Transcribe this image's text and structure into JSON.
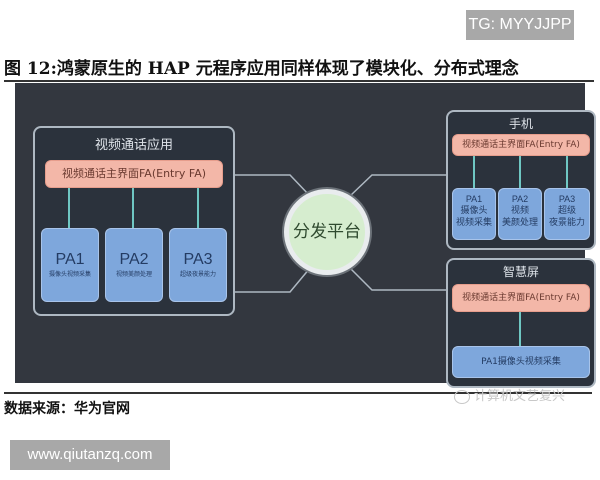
{
  "watermark_top": "TG: MYYJJPP",
  "figure": {
    "title": "图 12:鸿蒙原生的 HAP 元程序应用同样体现了模块化、分布式理念",
    "source": "数据来源：华为官网"
  },
  "diagram": {
    "hub": {
      "label": "分发平台",
      "color": "#d6edcf"
    },
    "left_app": {
      "title": "视频通话应用",
      "entry_fa": "视频通话主界面FA(Entry FA)",
      "pas": [
        {
          "name": "PA1",
          "desc": "摄像头视频采集"
        },
        {
          "name": "PA2",
          "desc": "视频美颜处理"
        },
        {
          "name": "PA3",
          "desc": "超级夜景能力"
        }
      ]
    },
    "phone": {
      "title": "手机",
      "entry_fa": "视频通话主界面FA(Entry FA)",
      "pas": [
        {
          "name": "PA1",
          "desc_line1": "摄像头",
          "desc_line2": "视频采集"
        },
        {
          "name": "PA2",
          "desc_line1": "视频",
          "desc_line2": "美颜处理"
        },
        {
          "name": "PA3",
          "desc_line1": "超级",
          "desc_line2": "夜景能力"
        }
      ]
    },
    "smart_screen": {
      "title": "智慧屏",
      "entry_fa": "视频通话主界面FA(Entry FA)",
      "pa": "PA1摄像头视频采集"
    },
    "colors": {
      "background": "#33373f",
      "fa_fill": "#f3b7a8",
      "pa_fill": "#7ea7dc",
      "connector": "#aeb8c2",
      "pa_link": "#6fc7c3"
    }
  },
  "watermark_bottom": "计算机文艺复兴",
  "url_badge": "www.qiutanzq.com"
}
